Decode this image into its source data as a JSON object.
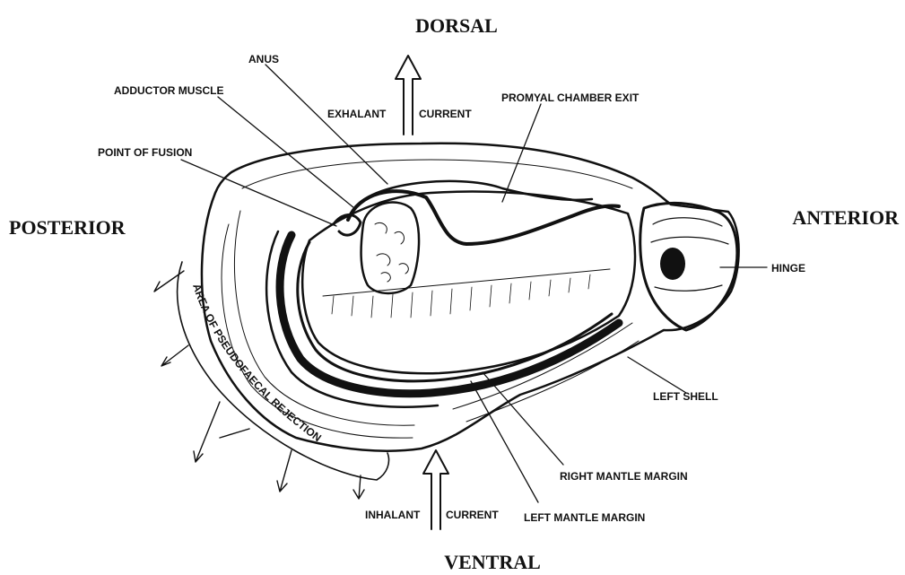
{
  "orientation": {
    "top": "DORSAL",
    "bottom": "VENTRAL",
    "left": "POSTERIOR",
    "right": "ANTERIOR"
  },
  "labels": {
    "anus": "ANUS",
    "adductor_muscle": "ADDUCTOR MUSCLE",
    "exhalant": "EXHALANT",
    "exhalant_current": "CURRENT",
    "promyal_chamber_exit": "PROMYAL CHAMBER EXIT",
    "point_of_fusion": "POINT OF FUSION",
    "hinge": "HINGE",
    "left_shell": "LEFT SHELL",
    "right_mantle_margin": "RIGHT MANTLE MARGIN",
    "left_mantle_margin": "LEFT MANTLE MARGIN",
    "inhalant": "INHALANT",
    "inhalant_current": "CURRENT",
    "pseudofaecal": "AREA OF PSEUDOFAECAL REJECTION"
  }
}
